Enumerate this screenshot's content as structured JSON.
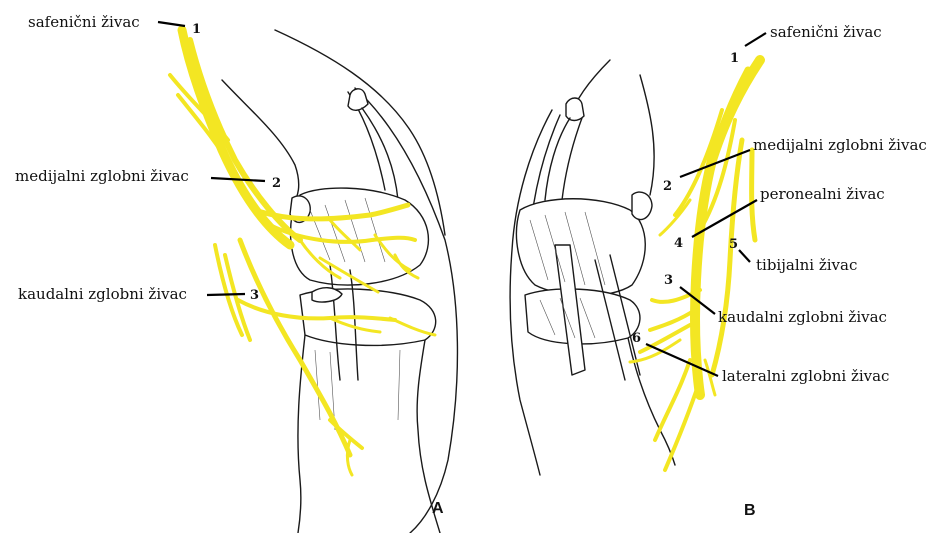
{
  "panels": {
    "a": "A",
    "b": "B"
  },
  "labels_a": {
    "saphenous": "safenični živac",
    "medial": "medijalni zglobni živac",
    "caudal": "kaudalni zglobni živac"
  },
  "labels_b": {
    "saphenous": "safenični živac",
    "medial": "medijalni zglobni živac",
    "peroneal": "peronealni živac",
    "tibial": "tibijalni živac",
    "caudal": "kaudalni zglobni živac",
    "lateral": "lateralni zglobni živac"
  },
  "numbers_a": {
    "n1": "1",
    "n2": "2",
    "n3": "3"
  },
  "numbers_b": {
    "n1": "1",
    "n2": "2",
    "n3": "3",
    "n4": "4",
    "n5": "5",
    "n6": "6"
  },
  "colors": {
    "nerve": "#f3e623",
    "outline": "#1a1a1a"
  }
}
